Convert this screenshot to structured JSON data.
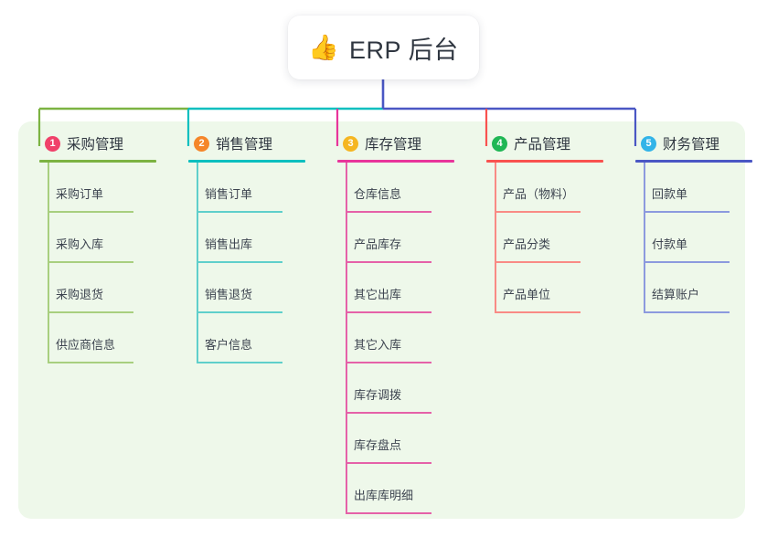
{
  "root": {
    "icon": "thumbs-up-icon",
    "emoji": "👍",
    "title": "ERP 后台"
  },
  "palette": {
    "panel_bg": "#eef8ea",
    "page_bg": "#ffffff",
    "root_text": "#2f3640",
    "item_text": "#3d4450",
    "trunk": "#4a57c4"
  },
  "columns": [
    {
      "index": "1",
      "title": "采购管理",
      "badge_color": "#f0416a",
      "line_color": "#7cb342",
      "item_line_color": "#a8cf7f",
      "items": [
        {
          "label": "采购订单"
        },
        {
          "label": "采购入库"
        },
        {
          "label": "采购退货"
        },
        {
          "label": "供应商信息"
        }
      ]
    },
    {
      "index": "2",
      "title": "销售管理",
      "badge_color": "#f5862a",
      "line_color": "#0bbfbf",
      "item_line_color": "#5fcfcb",
      "items": [
        {
          "label": "销售订单"
        },
        {
          "label": "销售出库"
        },
        {
          "label": "销售退货"
        },
        {
          "label": "客户信息"
        }
      ]
    },
    {
      "index": "3",
      "title": "库存管理",
      "badge_color": "#f5b622",
      "line_color": "#e8359b",
      "item_line_color": "#e561a8",
      "items": [
        {
          "label": "仓库信息"
        },
        {
          "label": "产品库存"
        },
        {
          "label": "其它出库"
        },
        {
          "label": "其它入库"
        },
        {
          "label": "库存调拨"
        },
        {
          "label": "库存盘点"
        },
        {
          "label": "出库库明细"
        }
      ]
    },
    {
      "index": "4",
      "title": "产品管理",
      "badge_color": "#20b755",
      "line_color": "#f9524f",
      "item_line_color": "#f98b85",
      "items": [
        {
          "label": "产品（物料）"
        },
        {
          "label": "产品分类"
        },
        {
          "label": "产品单位"
        }
      ]
    },
    {
      "index": "5",
      "title": "财务管理",
      "badge_color": "#32b4e8",
      "line_color": "#4a57c4",
      "item_line_color": "#8c9ade",
      "items": [
        {
          "label": "回款单"
        },
        {
          "label": "付款单"
        },
        {
          "label": "结算账户"
        }
      ]
    }
  ]
}
